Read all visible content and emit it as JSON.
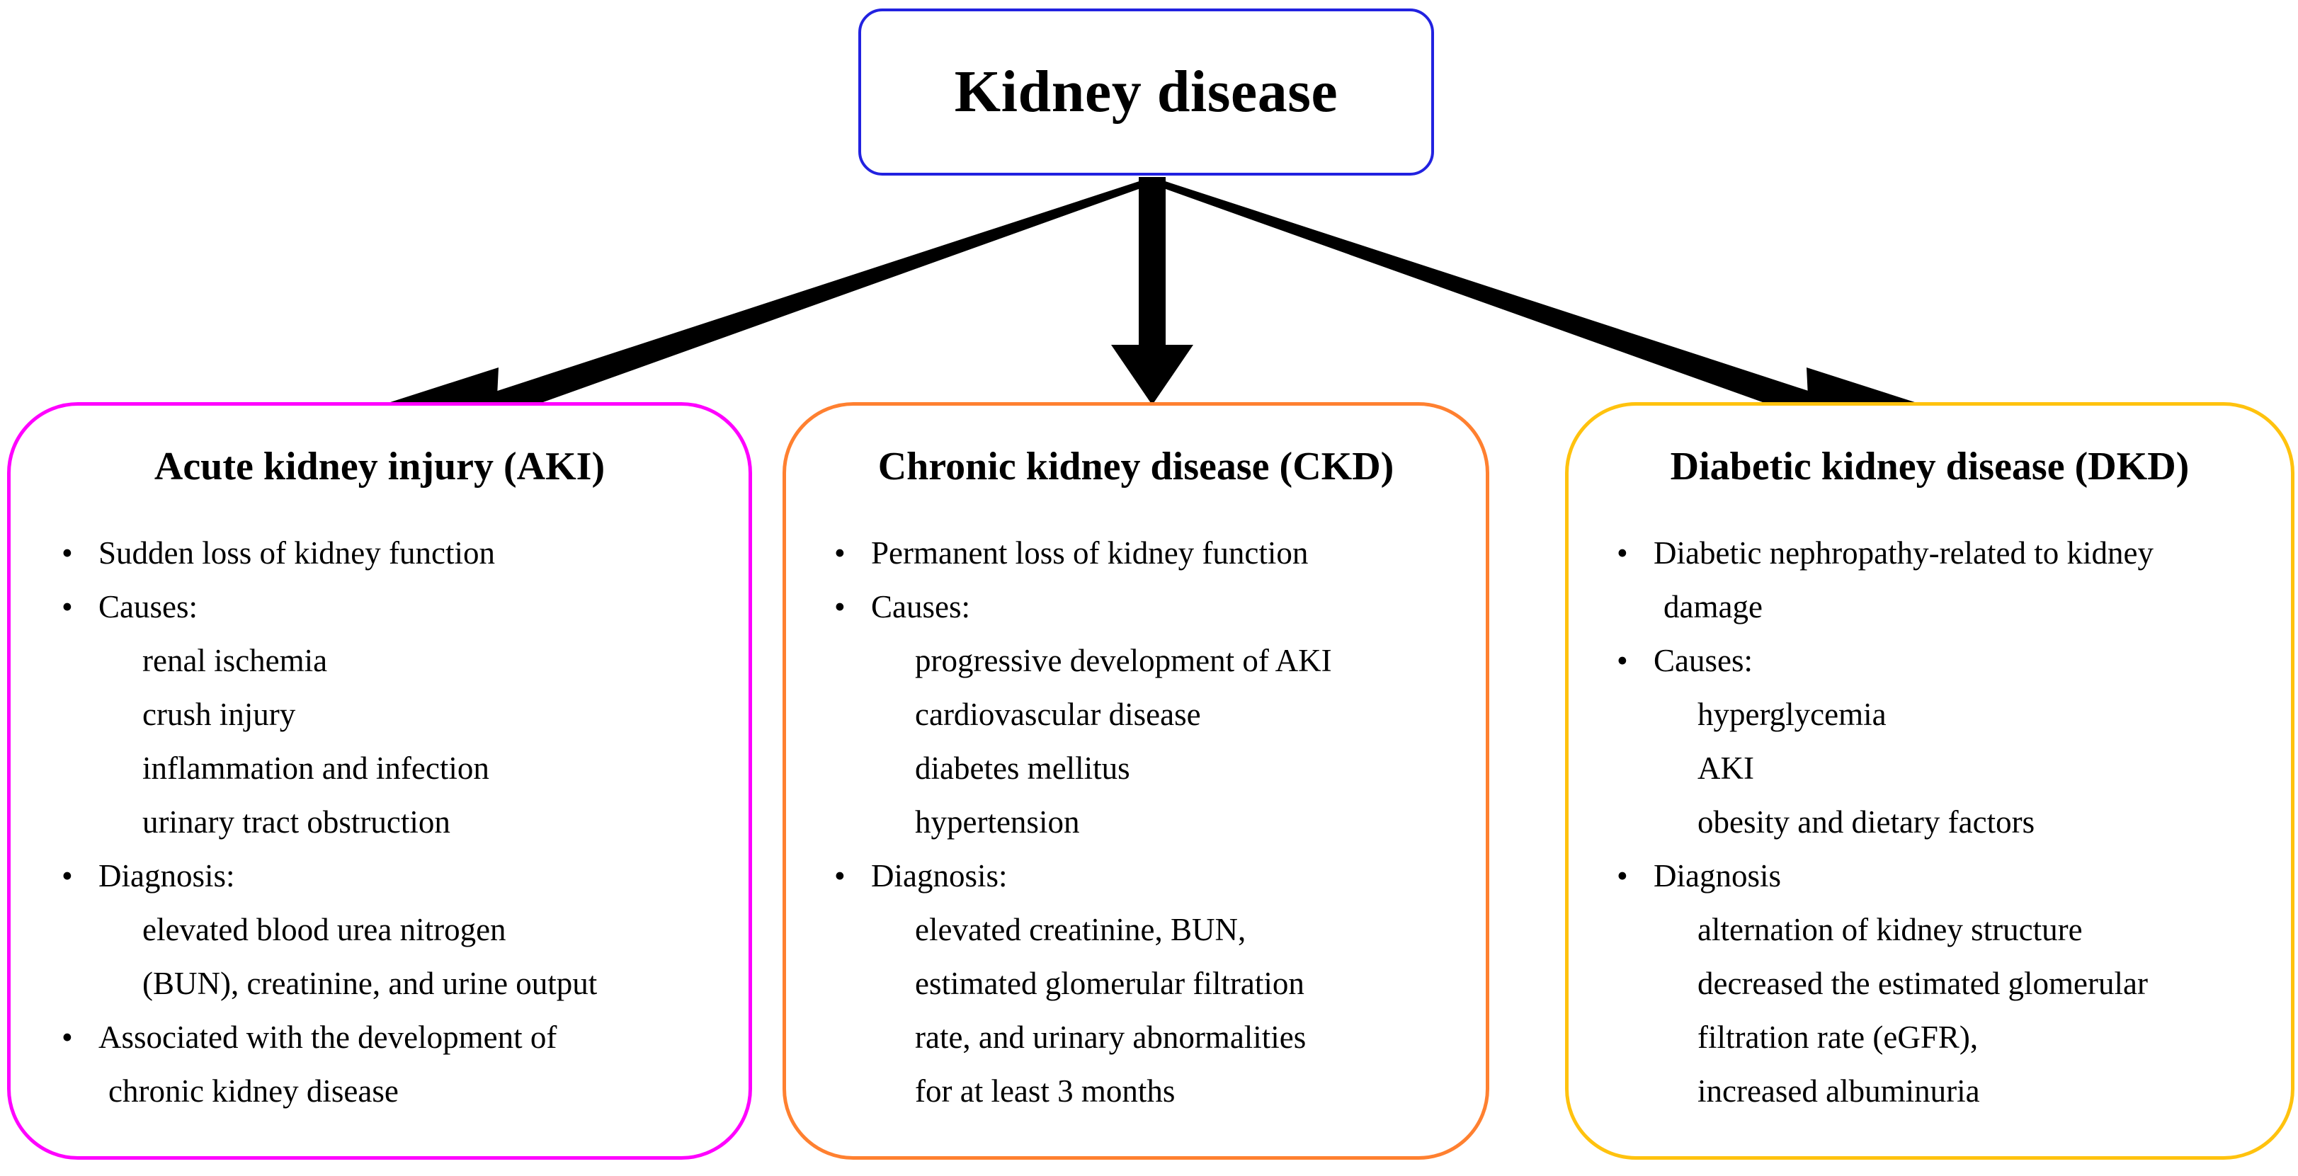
{
  "colors": {
    "root_border": "#2222e0",
    "aki_border": "#ff00ff",
    "ckd_border": "#ff8030",
    "dkd_border": "#ffc20e",
    "arrow": "#000000",
    "text": "#000000",
    "background": "#ffffff"
  },
  "root": {
    "title": "Kidney disease"
  },
  "bullet_glyph": "•",
  "branches": [
    {
      "id": "aki",
      "title": "Acute kidney injury (AKI)",
      "border_color": "#ff00ff",
      "lines": [
        {
          "kind": "bullet",
          "text": "Sudden loss of kidney function"
        },
        {
          "kind": "bullet",
          "text": "Causes:"
        },
        {
          "kind": "sub",
          "text": "renal ischemia"
        },
        {
          "kind": "sub",
          "text": "crush injury"
        },
        {
          "kind": "sub",
          "text": "inflammation and infection"
        },
        {
          "kind": "sub",
          "text": "urinary tract obstruction"
        },
        {
          "kind": "bullet",
          "text": "Diagnosis:"
        },
        {
          "kind": "sub",
          "text": "elevated blood urea nitrogen"
        },
        {
          "kind": "sub",
          "text": "(BUN), creatinine, and urine output"
        },
        {
          "kind": "bullet",
          "text": "Associated with the development of"
        },
        {
          "kind": "cont",
          "text": "chronic kidney disease"
        }
      ]
    },
    {
      "id": "ckd",
      "title": "Chronic kidney disease (CKD)",
      "border_color": "#ff8030",
      "lines": [
        {
          "kind": "bullet",
          "text": "Permanent loss of kidney function"
        },
        {
          "kind": "bullet",
          "text": "Causes:"
        },
        {
          "kind": "sub",
          "text": "progressive development of AKI"
        },
        {
          "kind": "sub",
          "text": "cardiovascular disease"
        },
        {
          "kind": "sub",
          "text": "diabetes mellitus"
        },
        {
          "kind": "sub",
          "text": "hypertension"
        },
        {
          "kind": "bullet",
          "text": "Diagnosis:"
        },
        {
          "kind": "sub",
          "text": "elevated creatinine, BUN,"
        },
        {
          "kind": "sub",
          "text": "estimated glomerular filtration"
        },
        {
          "kind": "sub",
          "text": "rate, and urinary abnormalities"
        },
        {
          "kind": "sub",
          "text": "for at least 3 months"
        }
      ]
    },
    {
      "id": "dkd",
      "title": "Diabetic kidney disease (DKD)",
      "border_color": "#ffc20e",
      "lines": [
        {
          "kind": "bullet",
          "text": "Diabetic nephropathy-related to kidney"
        },
        {
          "kind": "cont",
          "text": "damage"
        },
        {
          "kind": "bullet",
          "text": "Causes:"
        },
        {
          "kind": "sub",
          "text": "hyperglycemia"
        },
        {
          "kind": "sub",
          "text": "AKI"
        },
        {
          "kind": "sub",
          "text": "obesity and dietary factors"
        },
        {
          "kind": "bullet",
          "text": "Diagnosis"
        },
        {
          "kind": "sub",
          "text": "alternation of kidney structure"
        },
        {
          "kind": "sub",
          "text": "decreased the estimated glomerular"
        },
        {
          "kind": "sub",
          "text": "filtration rate (eGFR),"
        },
        {
          "kind": "sub",
          "text": "increased albuminuria"
        }
      ]
    }
  ],
  "arrows": [
    {
      "id": "arrow-to-aki",
      "from": "Kidney disease",
      "to": "Acute kidney injury (AKI)"
    },
    {
      "id": "arrow-to-ckd",
      "from": "Kidney disease",
      "to": "Chronic kidney disease (CKD)"
    },
    {
      "id": "arrow-to-dkd",
      "from": "Kidney disease",
      "to": "Diabetic kidney disease (DKD)"
    }
  ]
}
